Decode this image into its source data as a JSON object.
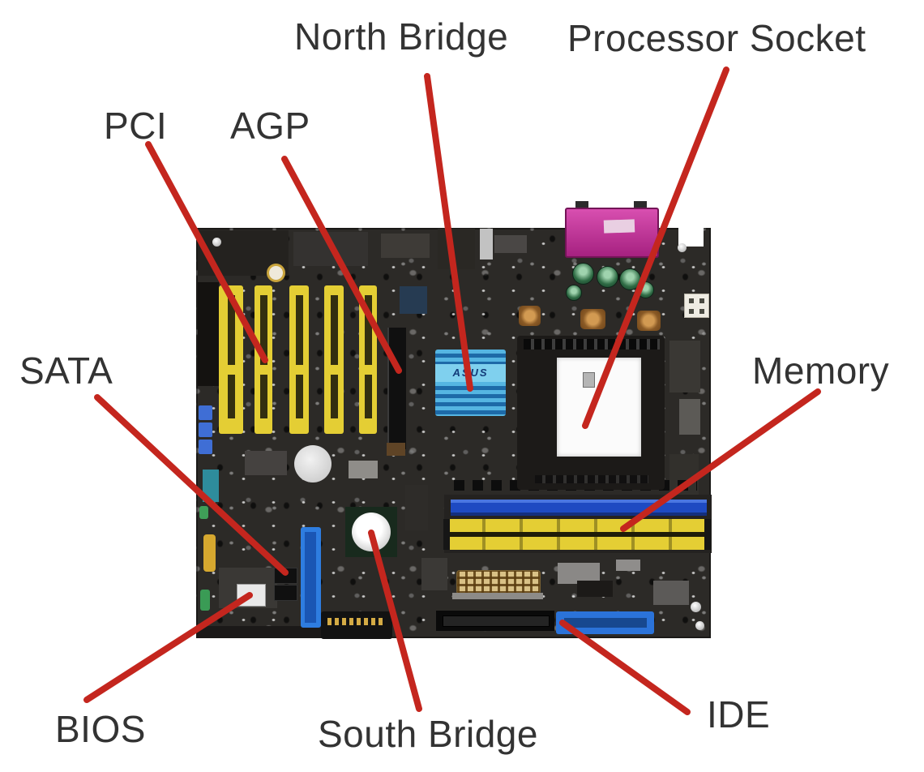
{
  "diagram": {
    "subject": "Motherboard components diagram",
    "labels": {
      "north_bridge": "North Bridge",
      "processor_socket": "Processor Socket",
      "pci": "PCI",
      "agp": "AGP",
      "sata": "SATA",
      "memory": "Memory",
      "bios": "BIOS",
      "south_bridge": "South Bridge",
      "ide": "IDE"
    },
    "heatsink_logo": "ASUS",
    "leader_line_color": "#c4261e",
    "label_text_color": "#333333",
    "connections": [
      {
        "label": "PCI",
        "target": "pci-slots"
      },
      {
        "label": "AGP",
        "target": "agp-slot"
      },
      {
        "label": "North Bridge",
        "target": "northbridge-heatsink"
      },
      {
        "label": "Processor Socket",
        "target": "cpu-socket"
      },
      {
        "label": "SATA",
        "target": "sata-connector"
      },
      {
        "label": "Memory",
        "target": "memory-slots"
      },
      {
        "label": "BIOS",
        "target": "bios-chip"
      },
      {
        "label": "South Bridge",
        "target": "southbridge-chip"
      },
      {
        "label": "IDE",
        "target": "ide-connector"
      }
    ],
    "component_colors": {
      "board": "#2c2a27",
      "pci_slots": "#e4ce34",
      "agp_slot": "#101010",
      "northbridge_heatsink": "#2a8ec8",
      "cpu_socket_outer": "#1c1a18",
      "cpu_socket_inner": "#fbfbfb",
      "memory_slot_blue": "#1e4ac2",
      "memory_slot_yellow": "#e4ce34",
      "sata_connector": "#2e7de0",
      "ide_connector_blue": "#2b73d9",
      "parallel_port": "#b52890",
      "atx_power": "#d9c186",
      "southbridge_logo_disc": "#e8e8e8"
    }
  }
}
